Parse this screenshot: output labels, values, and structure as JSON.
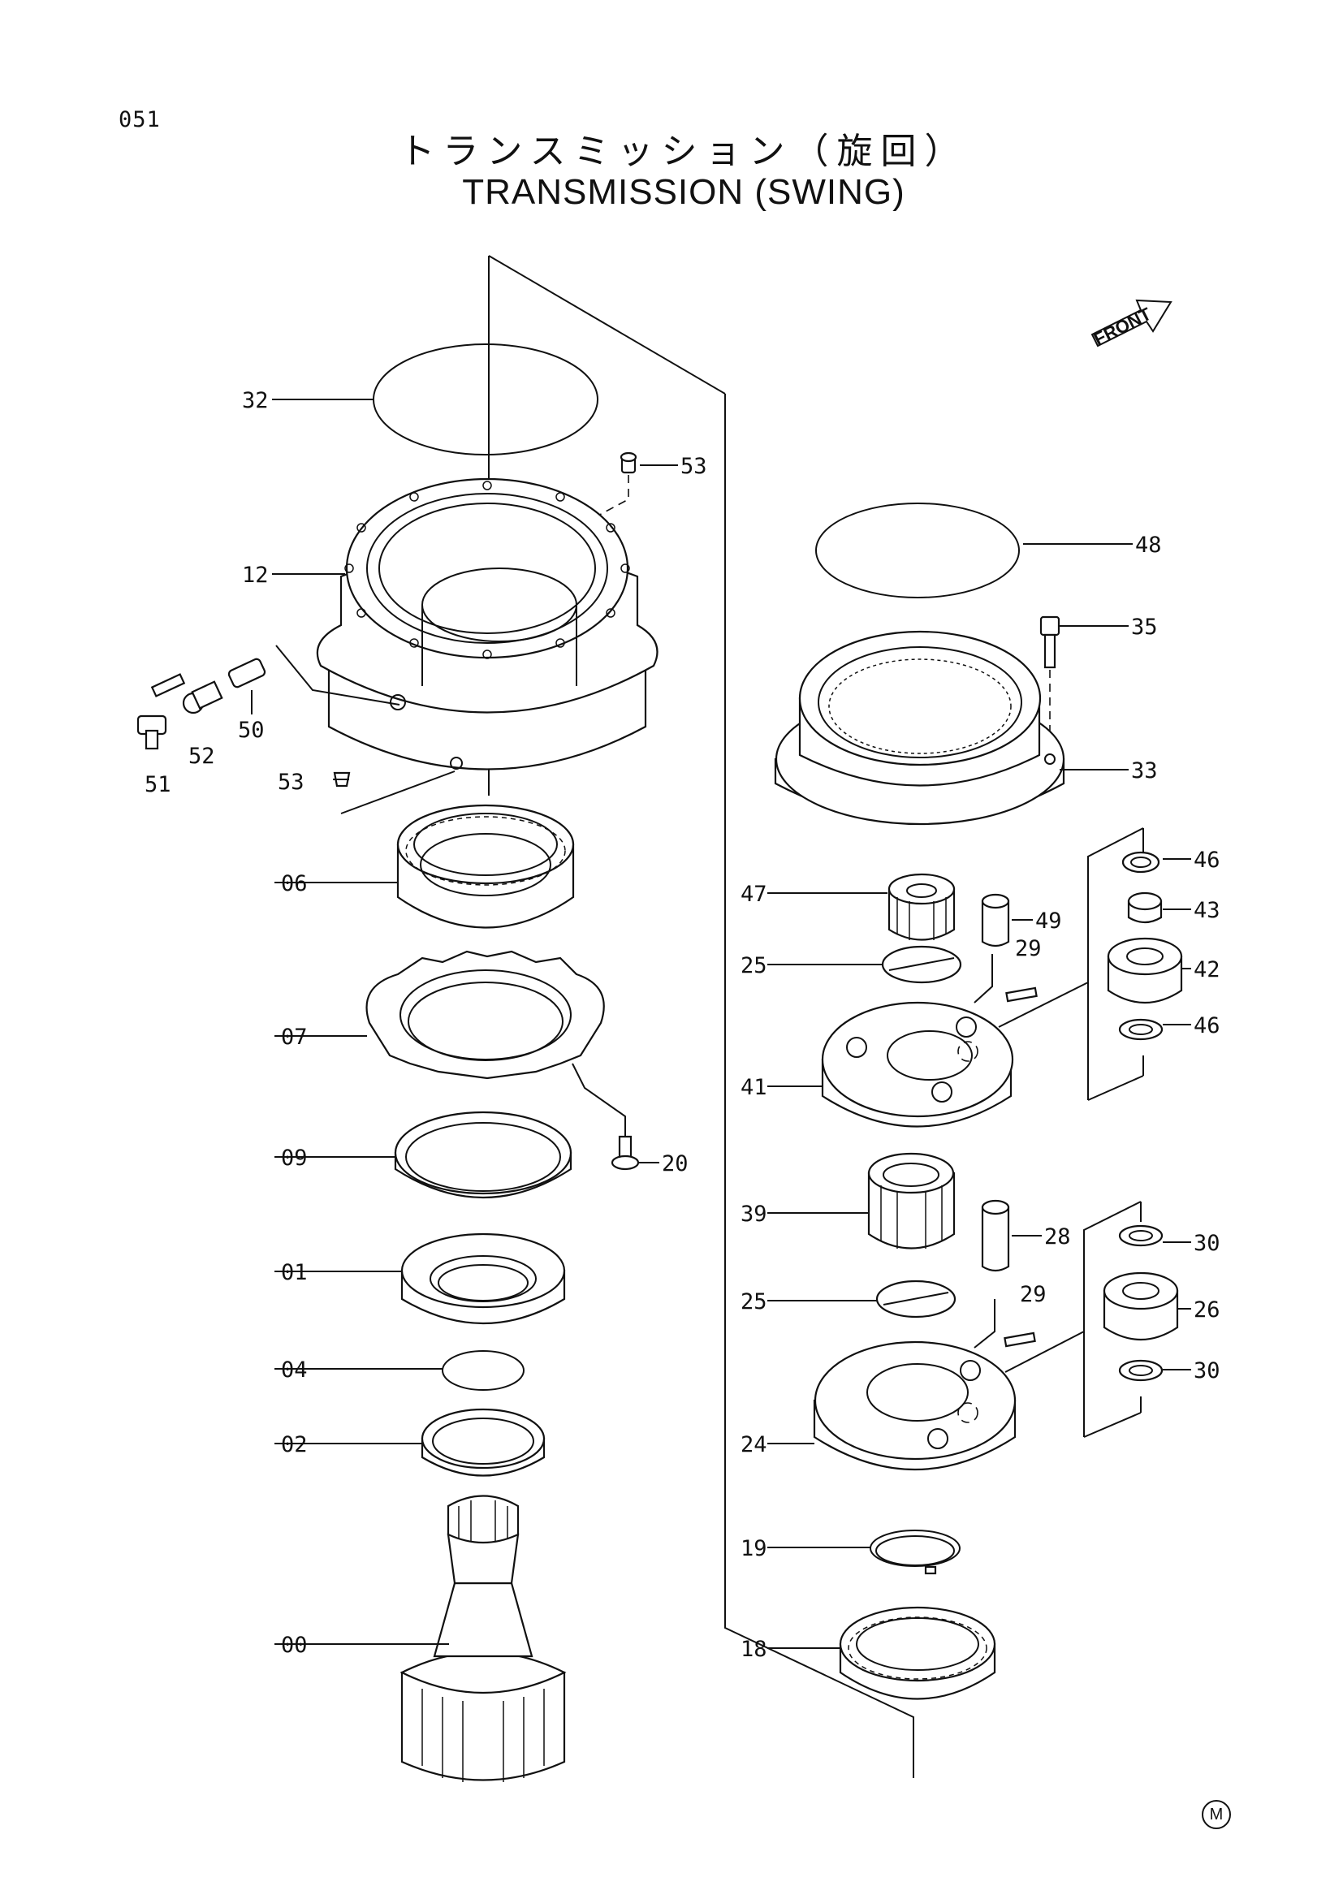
{
  "header": {
    "page_code": "051",
    "title_jp": "トランスミッション（旋回）",
    "title_en": "TRANSMISSION (SWING)"
  },
  "front_label": "FRONT",
  "footer_mark": "M",
  "callouts": {
    "c32": "32",
    "c53a": "53",
    "c12": "12",
    "c48": "48",
    "c35": "35",
    "c50": "50",
    "c52": "52",
    "c51": "51",
    "c53b": "53",
    "c33": "33",
    "c06": "06",
    "c46a": "46",
    "c47": "47",
    "c43": "43",
    "c49": "49",
    "c29a": "29",
    "c25a": "25",
    "c42": "42",
    "c07": "07",
    "c46b": "46",
    "c41": "41",
    "c09": "09",
    "c20": "20",
    "c39": "39",
    "c28": "28",
    "c30a": "30",
    "c01": "01",
    "c26": "26",
    "c25b": "25",
    "c29b": "29",
    "c04": "04",
    "c30b": "30",
    "c02": "02",
    "c24": "24",
    "c19": "19",
    "c00": "00",
    "c18": "18"
  }
}
